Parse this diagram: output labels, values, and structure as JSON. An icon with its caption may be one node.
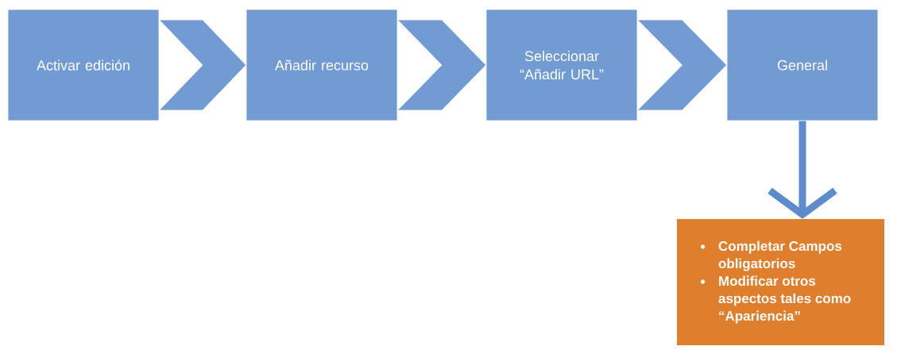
{
  "diagram": {
    "nodes": [
      {
        "text": [
          "Activar edición"
        ]
      },
      {
        "text": [
          "Añadir recurso"
        ]
      },
      {
        "text": [
          "Seleccionar “Añadir URL”"
        ]
      },
      {
        "text": [
          "General"
        ]
      },
      {
        "text": [
          "Completar Campos obligatorios",
          "Modificar otros aspectos tales como “Apariencia”"
        ]
      }
    ],
    "edges": [
      {
        "from": 0,
        "to": 1,
        "arrow": "to"
      },
      {
        "from": 1,
        "to": 2,
        "arrow": "to"
      },
      {
        "from": 2,
        "to": 3,
        "arrow": "to"
      },
      {
        "from": 3,
        "to": 4,
        "arrow": "to"
      }
    ]
  }
}
